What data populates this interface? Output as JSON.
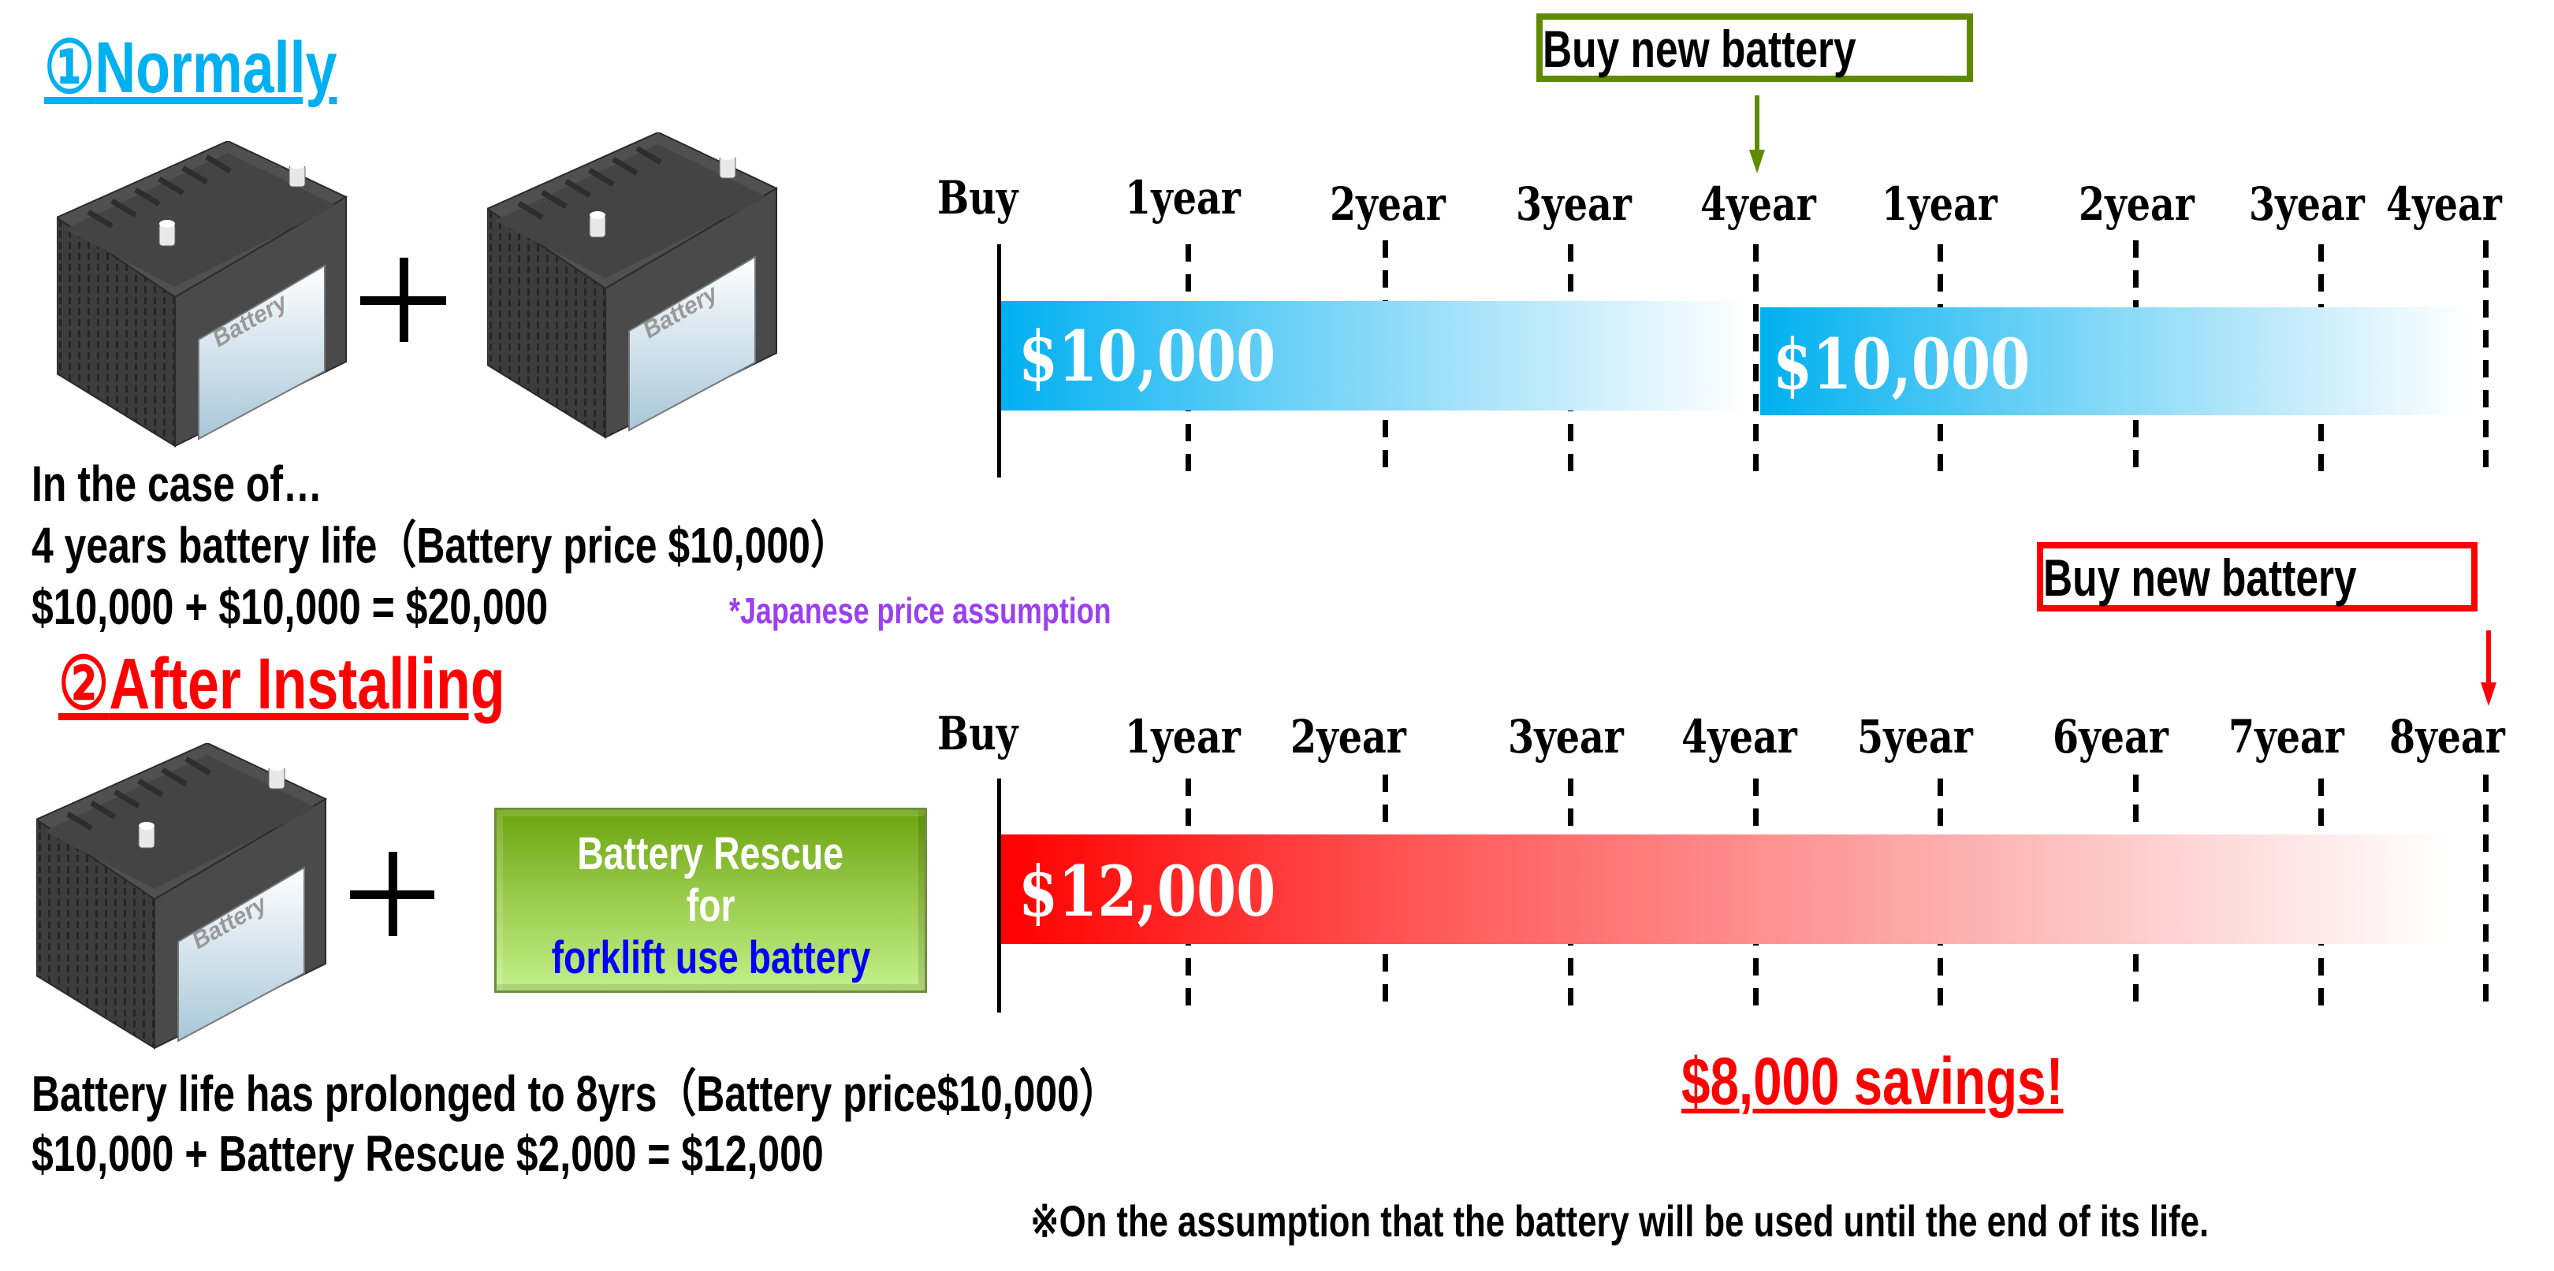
{
  "section1": {
    "number": "①",
    "title": "Normally",
    "title_color": "#00b0f0",
    "battery_label": "Battery",
    "lines": [
      "In the case of…",
      "4 years battery life（Battery price $10,000）",
      "$10,000 + $10,000 = $20,000"
    ],
    "note": "*Japanese price assumption",
    "note_color": "#9b3ff0",
    "timeline": {
      "start_label": "Buy",
      "tick_labels": [
        "1year",
        "2year",
        "3year",
        "4year",
        "1year",
        "2year",
        "3year",
        "4year"
      ],
      "bars": [
        {
          "label": "$10,000",
          "color": "#00b0f0",
          "from_year": 0,
          "to_year": 4
        },
        {
          "label": "$10,000",
          "color": "#00b0f0",
          "from_year": 4,
          "to_year": 8
        }
      ],
      "callout": {
        "text": "Buy new battery",
        "color": "#5f8a00",
        "at": "4year"
      }
    }
  },
  "section2": {
    "number": "②",
    "title": "After Installing",
    "title_color": "#ff0000",
    "battery_label": "Battery",
    "product": {
      "line1": "Battery Rescue",
      "line2": "for",
      "line3": "forklift use battery",
      "line3_color": "#0000ff"
    },
    "lines": [
      "Battery life has prolonged to 8yrs（Battery price$10,000）",
      "$10,000 + Battery Rescue  $2,000 = $12,000"
    ],
    "timeline": {
      "start_label": "Buy",
      "tick_labels": [
        "1year",
        "2year",
        "3year",
        "4year",
        "5year",
        "6year",
        "7year",
        "8year"
      ],
      "bars": [
        {
          "label": "$12,000",
          "color": "#ff0000",
          "from_year": 0,
          "to_year": 8
        }
      ],
      "callout": {
        "text": "Buy new battery",
        "color": "#ff0000",
        "at": "8year"
      }
    },
    "savings": "$8,000 savings!"
  },
  "footnote": "※On the assumption that the battery will be used until the end of its life."
}
